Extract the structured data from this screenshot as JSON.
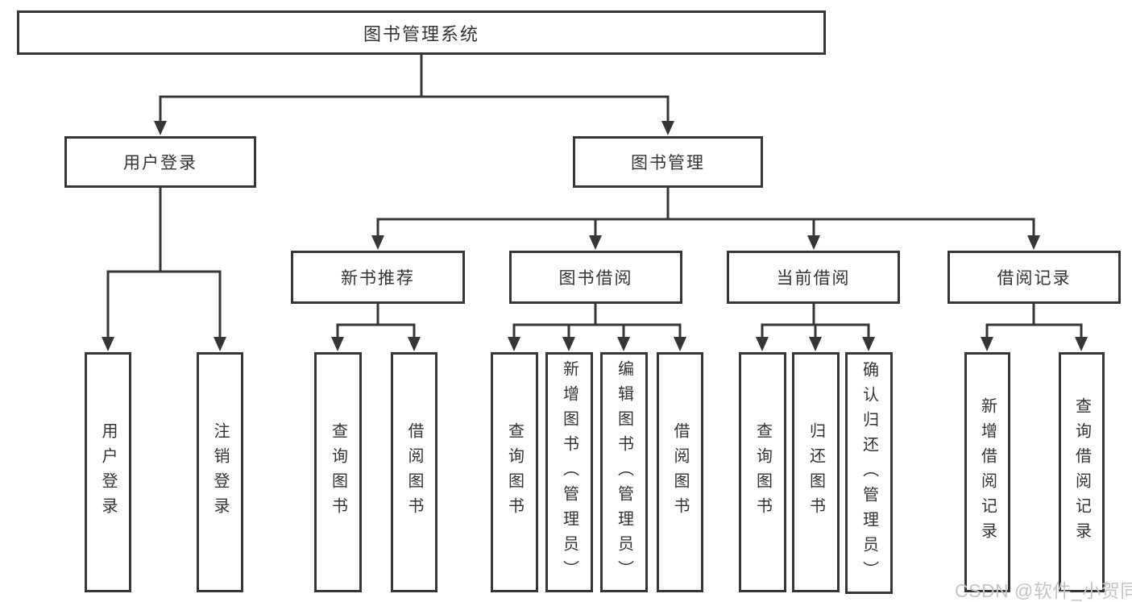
{
  "diagram": {
    "title_node": {
      "label": "图书管理系统"
    },
    "level2": [
      {
        "label": "用户登录"
      },
      {
        "label": "图书管理"
      }
    ],
    "level3": [
      {
        "label": "新书推荐"
      },
      {
        "label": "图书借阅"
      },
      {
        "label": "当前借阅"
      },
      {
        "label": "借阅记录"
      }
    ],
    "leaves": {
      "user_login": [
        "用户登录",
        "注销登录"
      ],
      "new_book_recommend": [
        "查询图书",
        "借阅图书"
      ],
      "book_borrow": [
        "查询图书",
        "新增图书（管理员）",
        "编辑图书（管理员）",
        "借阅图书"
      ],
      "current_borrow": [
        "查询图书",
        "归还图书",
        "确认归还（管理员）"
      ],
      "borrow_records": [
        "新增借阅记录",
        "查询借阅记录"
      ]
    }
  },
  "watermark": {
    "text": "CSDN @软件_小贺同学"
  },
  "colors": {
    "line": "#363636",
    "text": "#333333",
    "watermark": "#c9c2c2",
    "background": "#ffffff"
  }
}
